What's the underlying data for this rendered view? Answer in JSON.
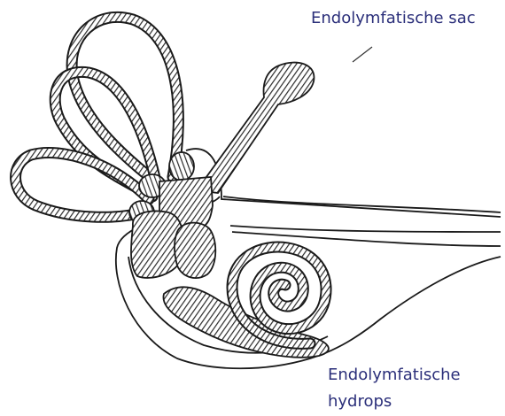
{
  "labels": {
    "endolymphatic_sac": "Endolymfatische sac",
    "hydrops_line1": "Endolymfatische",
    "hydrops_line2": "hydrops"
  },
  "colors": {
    "label_text": "#2b2f7a",
    "ink": "#1a1a1a",
    "hatch_fill": "#7a7a7a",
    "background": "#ffffff"
  }
}
